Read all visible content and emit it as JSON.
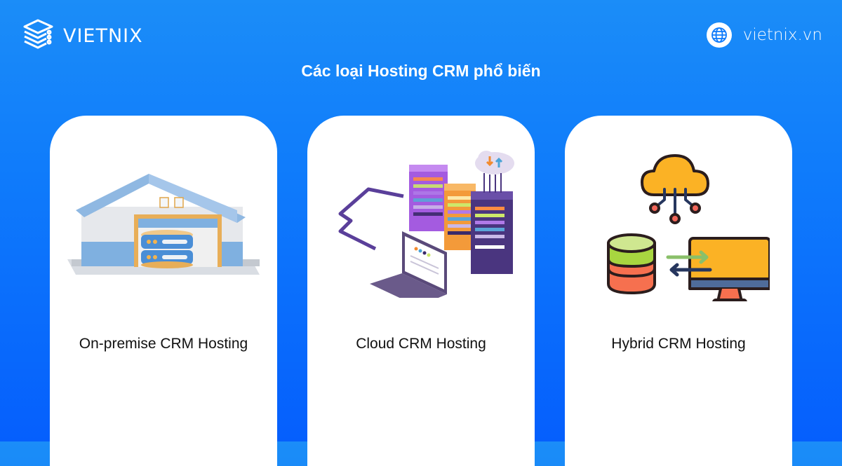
{
  "brand": {
    "name": "VIETNIX",
    "logo_icon": "server-stack-icon"
  },
  "site": {
    "url": "vietnix.vn",
    "icon": "globe-icon"
  },
  "title": "Các loại Hosting CRM phổ biến",
  "colors": {
    "bg_top": "#1b8df8",
    "bg_bottom": "#055ffd",
    "card": "#ffffff",
    "text": "#111111"
  },
  "cards": [
    {
      "label": "On-premise CRM Hosting",
      "icon": "warehouse-database-icon"
    },
    {
      "label": "Cloud CRM Hosting",
      "icon": "cloud-servers-laptop-icon"
    },
    {
      "label": "Hybrid CRM Hosting",
      "icon": "cloud-database-monitor-icon"
    }
  ]
}
